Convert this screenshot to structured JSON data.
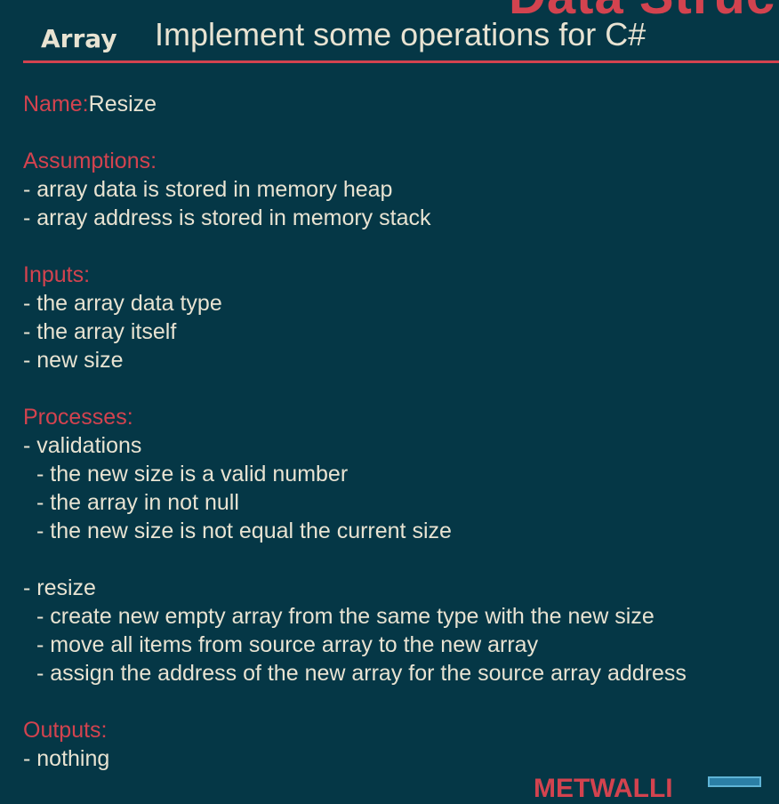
{
  "decor": {
    "top_text": "Data Struct",
    "bottom_text": "METWALLI"
  },
  "header": {
    "tag": "Array",
    "title": "Implement some operations for C#"
  },
  "name": {
    "label": "Name:",
    "value": "Resize"
  },
  "assumptions": {
    "label": "Assumptions:",
    "items": [
      "- array data is stored in memory heap",
      "- array address is stored in memory stack"
    ]
  },
  "inputs": {
    "label": "Inputs:",
    "items": [
      "- the array data type",
      "- the array itself",
      "- new size"
    ]
  },
  "processes": {
    "label": "Processes:",
    "validations": {
      "title": "- validations",
      "items": [
        "- the new size is a valid number",
        "- the array in not null",
        "- the new size is not equal the current size"
      ]
    },
    "resize": {
      "title": "- resize",
      "items": [
        "- create new empty array from the same type with the new size",
        "- move all items from source array to the new array",
        "- assign the address of the new array for the source array address"
      ]
    }
  },
  "outputs": {
    "label": "Outputs:",
    "items": [
      "- nothing"
    ]
  },
  "colors": {
    "background": "#053746",
    "accent": "#d3434f",
    "text": "#e8e3d2"
  }
}
